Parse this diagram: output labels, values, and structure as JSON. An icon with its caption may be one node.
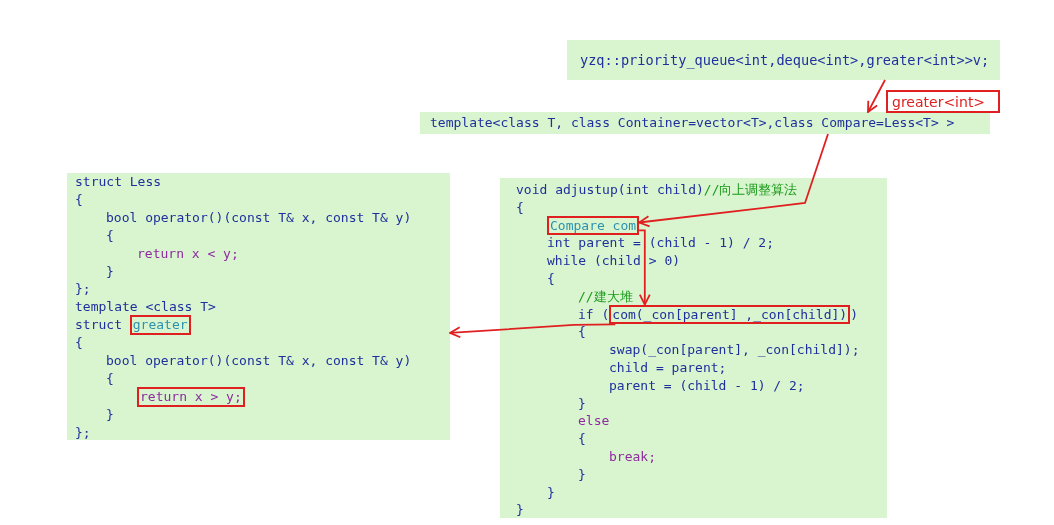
{
  "diagram": {
    "nodes": [
      {
        "text": [
          "yzq::priority_queue<int,deque<int>,greater<int>>v;"
        ]
      },
      {
        "text": [
          "greater<int>"
        ]
      },
      {
        "text": [
          "template<class T, class Container=vector<T>,class Compare=Less<T> >"
        ]
      },
      {
        "text": [
          "struct Less",
          "{",
          "bool operator()(const T& x, const T& y)",
          "{",
          "return x < y;",
          "}",
          "};",
          "template <class T>",
          "struct",
          "{",
          "bool operator()(const T& x, const T& y)",
          "{",
          "}",
          "};"
        ]
      },
      {
        "text": [
          "greater"
        ],
        "in": 3
      },
      {
        "text": [
          "return x > y;"
        ],
        "in": 3
      },
      {
        "text": [
          "void adjustup(int child)",
          "//向上调整算法",
          "{",
          "int parent = (child - 1) / 2;",
          "while (child > 0)",
          "{",
          "//建大堆",
          "if (",
          ")",
          "{",
          "swap(_con[parent], _con[child]);",
          "child = parent;",
          "parent = (child - 1) / 2;",
          "}",
          "else",
          "{",
          "break;",
          "}",
          "}",
          "}"
        ]
      },
      {
        "text": [
          "Compare com"
        ],
        "in": 6
      },
      {
        "text": [
          "com(_con[parent] ,_con[child])"
        ],
        "in": 6
      }
    ],
    "edges": [
      {
        "from": 0,
        "to": 2,
        "arrow": "to"
      },
      {
        "from": 2,
        "to": 7,
        "arrow": "to"
      },
      {
        "from": 7,
        "to": 8,
        "arrow": "to"
      },
      {
        "from": 8,
        "to": 3,
        "arrow": "to"
      }
    ]
  }
}
